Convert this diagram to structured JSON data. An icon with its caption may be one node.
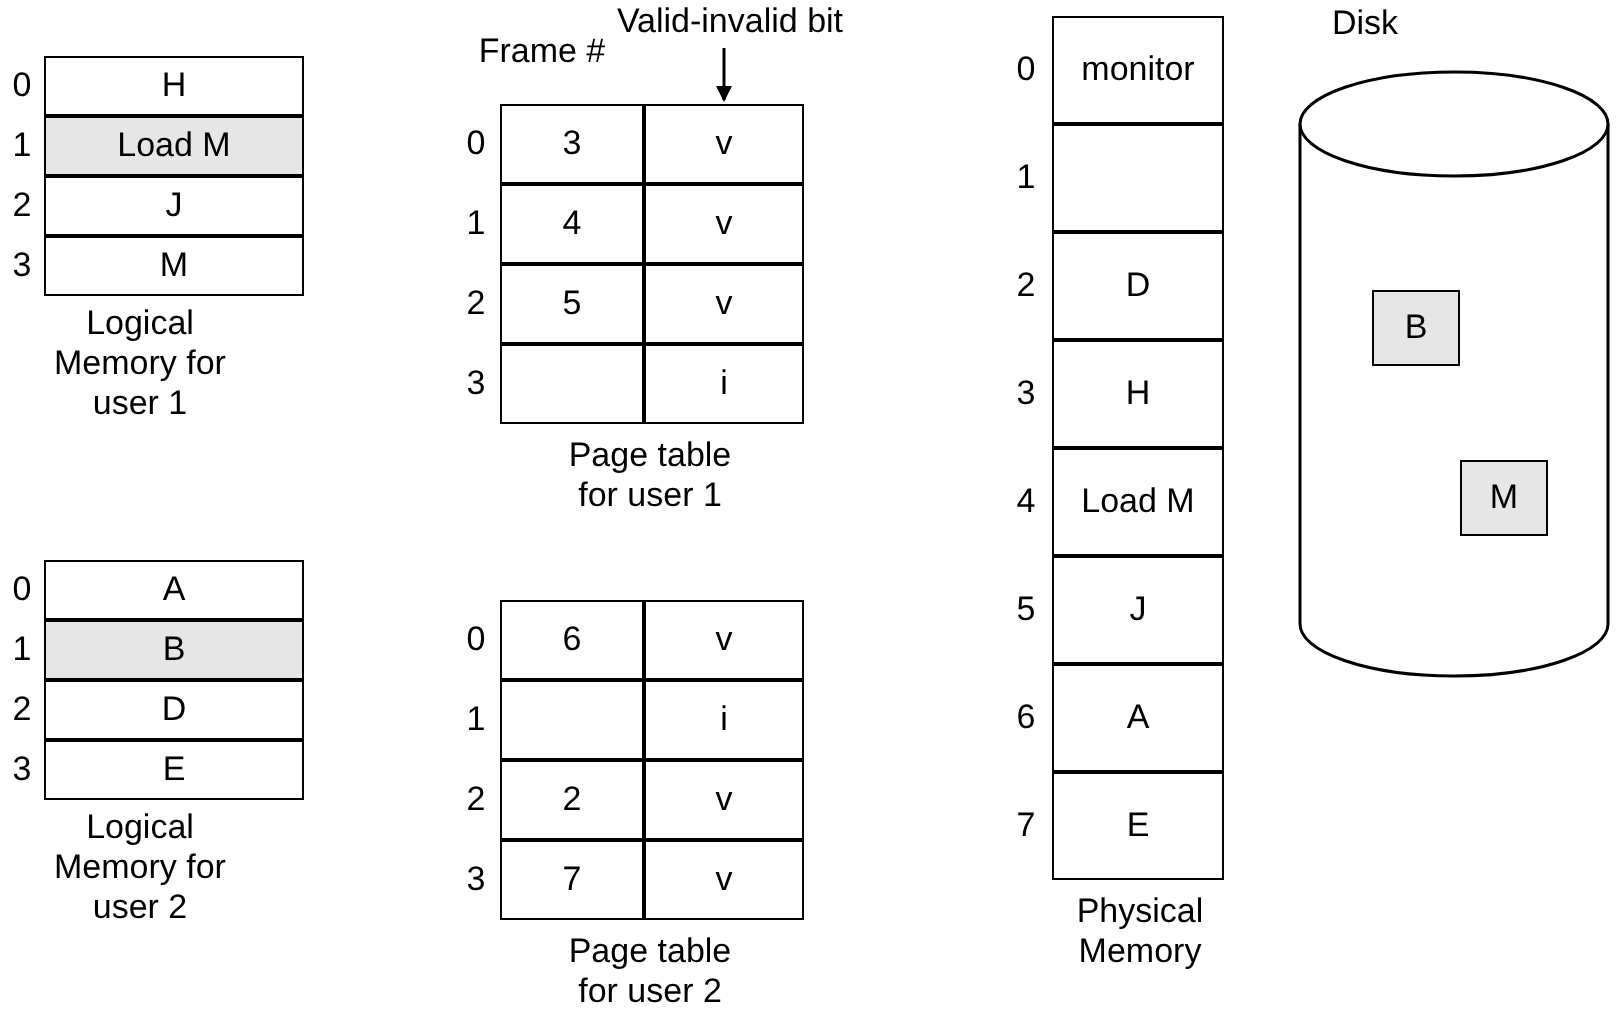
{
  "diagram": {
    "nodes": [
      {
        "text": [
          "Valid-invalid bit"
        ]
      },
      {
        "text": [
          "Disk"
        ]
      },
      {
        "text": [
          "B"
        ],
        "in": 1
      },
      {
        "text": [
          "M"
        ],
        "in": 1
      },
      {
        "text": [],
        "shape": "box"
      }
    ],
    "edges": [
      {
        "from": 0,
        "to": 4,
        "arrow": "to"
      }
    ],
    "labels": [
      "0",
      "H",
      "1",
      "Load M",
      "2",
      "J",
      "3",
      "M",
      "Logical Memory for user 1",
      "0",
      "A",
      "1",
      "B",
      "2",
      "D",
      "3",
      "E",
      "Logical Memory for user 2",
      "Frame #",
      "0",
      "3",
      "v",
      "1",
      "4",
      "v",
      "2",
      "5",
      "v",
      "3",
      "i",
      "Page table for user 1",
      "0",
      "6",
      "v",
      "1",
      "i",
      "2",
      "2",
      "v",
      "3",
      "7",
      "v",
      "Page table for user 2",
      "0",
      "monitor",
      "1",
      "2",
      "D",
      "3",
      "H",
      "4",
      "Load M",
      "5",
      "J",
      "6",
      "A",
      "7",
      "E",
      "Physical Memory"
    ]
  }
}
